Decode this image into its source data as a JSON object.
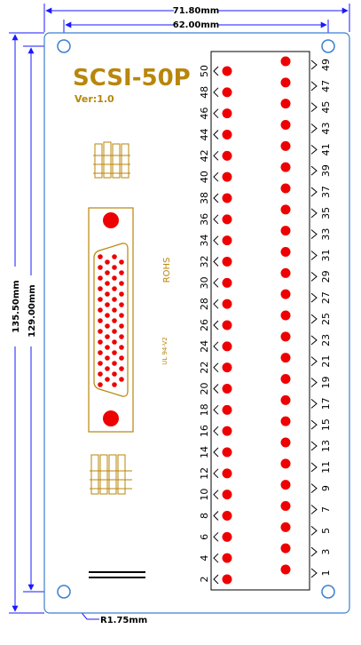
{
  "dimensions": {
    "overall_width": "71.80mm",
    "hole_spacing_width": "62.00mm",
    "overall_height": "135.50mm",
    "hole_spacing_height": "129.00mm",
    "hole_radius": "R1.75mm"
  },
  "board": {
    "title": "SCSI-50P",
    "version": "Ver:1.0",
    "rohs_mark": "ROHS",
    "ul_mark": "UL 94-V2"
  },
  "pins": {
    "left_column": [
      "50",
      "48",
      "46",
      "44",
      "42",
      "40",
      "38",
      "36",
      "34",
      "32",
      "30",
      "28",
      "26",
      "24",
      "22",
      "20",
      "18",
      "16",
      "14",
      "12",
      "10",
      "8",
      "6",
      "4",
      "2"
    ],
    "right_column": [
      "49",
      "47",
      "45",
      "43",
      "41",
      "39",
      "37",
      "35",
      "33",
      "31",
      "29",
      "27",
      "25",
      "23",
      "21",
      "19",
      "17",
      "15",
      "13",
      "11",
      "9",
      "7",
      "5",
      "3",
      "1"
    ]
  },
  "colors": {
    "dimension_line": "#1a1aff",
    "board_outline": "#3a7fd0",
    "silkscreen": "#b8860b",
    "pad": "#ee0000"
  }
}
